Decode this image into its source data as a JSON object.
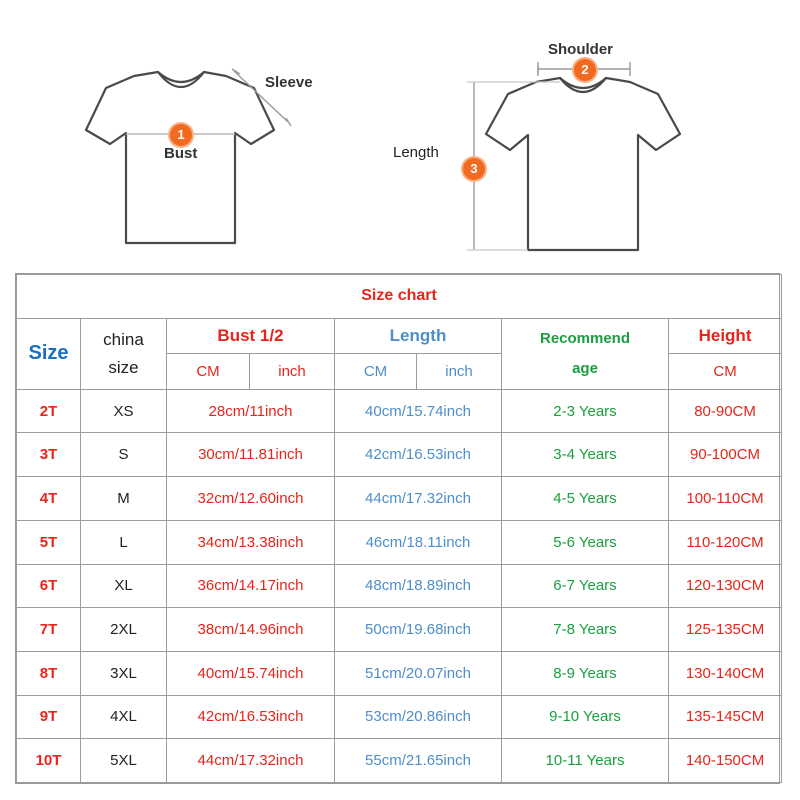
{
  "illustration": {
    "left_shirt": {
      "sleeve_label": "Sleeve",
      "bust_label": "Bust",
      "badge": "1"
    },
    "right_shirt": {
      "shoulder_label": "Shoulder",
      "length_label": "Length",
      "shoulder_badge": "2",
      "length_badge": "3"
    },
    "badge_color": "#f26a1f"
  },
  "table": {
    "title": "Size chart",
    "headers": {
      "size": "Size",
      "china_size_line1": "china",
      "china_size_line2": "size",
      "bust": "Bust 1/2",
      "length": "Length",
      "age_line1": "Recommend",
      "age_line2": "age",
      "height": "Height",
      "bust_cm": "CM",
      "bust_inch": "inch",
      "length_cm": "CM",
      "length_inch": "inch",
      "height_cm": "CM"
    },
    "rows": [
      {
        "size": "2T",
        "china": "XS",
        "bust": "28cm/11inch",
        "length": "40cm/15.74inch",
        "age": "2-3 Years",
        "height": "80-90CM"
      },
      {
        "size": "3T",
        "china": "S",
        "bust": "30cm/11.81inch",
        "length": "42cm/16.53inch",
        "age": "3-4 Years",
        "height": "90-100CM"
      },
      {
        "size": "4T",
        "china": "M",
        "bust": "32cm/12.60inch",
        "length": "44cm/17.32inch",
        "age": "4-5 Years",
        "height": "100-110CM"
      },
      {
        "size": "5T",
        "china": "L",
        "bust": "34cm/13.38inch",
        "length": "46cm/18.11inch",
        "age": "5-6 Years",
        "height": "110-120CM"
      },
      {
        "size": "6T",
        "china": "XL",
        "bust": "36cm/14.17inch",
        "length": "48cm/18.89inch",
        "age": "6-7 Years",
        "height": "120-130CM"
      },
      {
        "size": "7T",
        "china": "2XL",
        "bust": "38cm/14.96inch",
        "length": "50cm/19.68inch",
        "age": "7-8 Years",
        "height": "125-135CM"
      },
      {
        "size": "8T",
        "china": "3XL",
        "bust": "40cm/15.74inch",
        "length": "51cm/20.07inch",
        "age": "8-9 Years",
        "height": "130-140CM"
      },
      {
        "size": "9T",
        "china": "4XL",
        "bust": "42cm/16.53inch",
        "length": "53cm/20.86inch",
        "age": "9-10 Years",
        "height": "135-145CM"
      },
      {
        "size": "10T",
        "china": "5XL",
        "bust": "44cm/17.32inch",
        "length": "55cm/21.65inch",
        "age": "10-11 Years",
        "height": "140-150CM"
      }
    ]
  },
  "colors": {
    "red": "#e8241b",
    "blue": "#4e8ec9",
    "size_blue": "#1c6fc0",
    "green": "#1b9e3f"
  }
}
